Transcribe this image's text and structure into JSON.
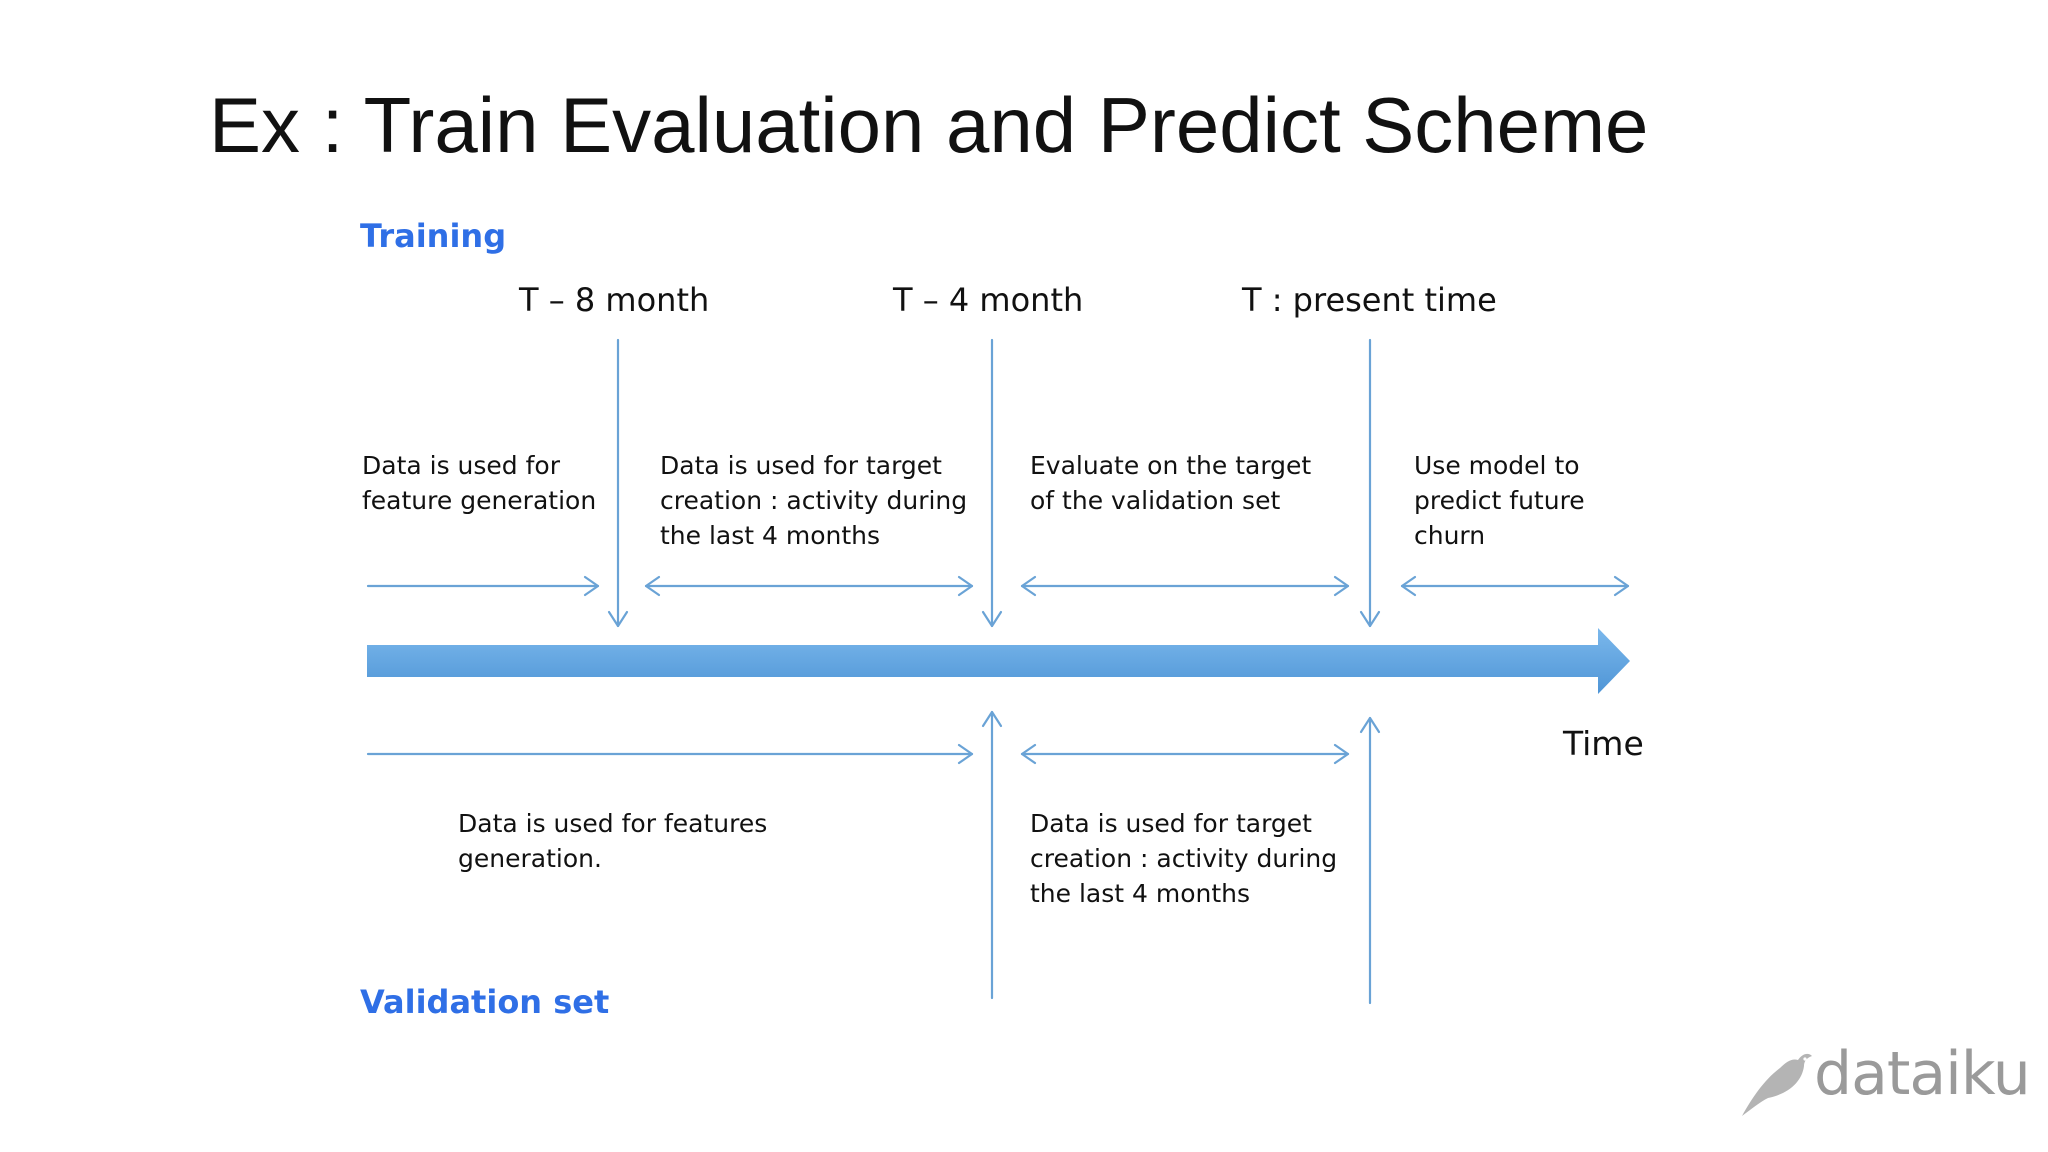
{
  "title": "Ex : Train Evaluation and Predict Scheme",
  "sections": {
    "training": "Training",
    "validation": "Validation set"
  },
  "time_markers": [
    {
      "label": "T – 8 month"
    },
    {
      "label": "T – 4 month"
    },
    {
      "label": "T : present time"
    }
  ],
  "training_notes": [
    "Data is used for\nfeature generation",
    "Data is used for target\ncreation : activity during\nthe last 4 months",
    "Evaluate on the target\nof the validation set",
    "Use model to\npredict future\nchurn"
  ],
  "validation_notes": [
    "Data is used for features\ngeneration.",
    "Data is used for target\ncreation : activity during\nthe last 4 months"
  ],
  "axis_label": "Time",
  "logo": "dataiku",
  "colors": {
    "section_blue": "#2f6fe6",
    "arrow_blue": "#6aa3d6",
    "timeline_blue": "#5ea3e0",
    "logo_gray": "#9a9a9a"
  }
}
